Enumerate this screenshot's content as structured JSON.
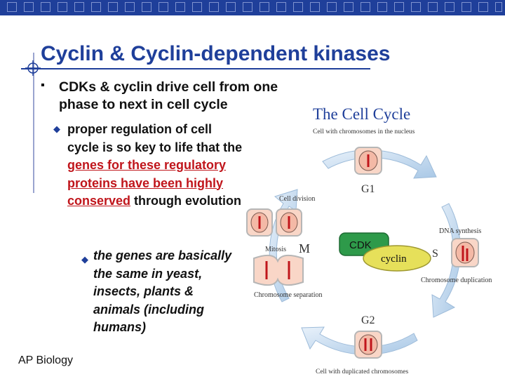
{
  "slide": {
    "title": "Cyclin & Cyclin-dependent kinases",
    "bullet1": "CDKs & cyclin drive cell from one phase to next in cell cycle",
    "bullet2_plain": "proper regulation of cell cycle is so key to life that the ",
    "bullet2_highlight": "genes for these regulatory proteins have been highly conserved",
    "bullet2_end": " through evolution",
    "bullet3": "the genes are basically the same in yeast, insects, plants & animals (including humans)",
    "footer": "AP Biology"
  },
  "diagram": {
    "title": "The Cell Cycle",
    "labels": {
      "nucleus": "Cell with chromosomes in the nucleus",
      "g1": "G1",
      "cell_division": "Cell division",
      "dna_synthesis": "DNA synthesis",
      "mitosis": "Mitosis",
      "m": "M",
      "s": "S",
      "chromosome_separation": "Chromosome separation",
      "chromosome_duplication": "Chromosome duplication",
      "g2": "G2",
      "duplicated": "Cell with duplicated chromosomes"
    },
    "center": {
      "cdk": "CDK",
      "cyclin": "cyclin"
    },
    "colors": {
      "cdk": "#2e9a4a",
      "cyclin": "#e6e05a",
      "cell": "#f9d6c7",
      "arrow": "#c6dcef",
      "title": "#1f3f9a"
    }
  }
}
